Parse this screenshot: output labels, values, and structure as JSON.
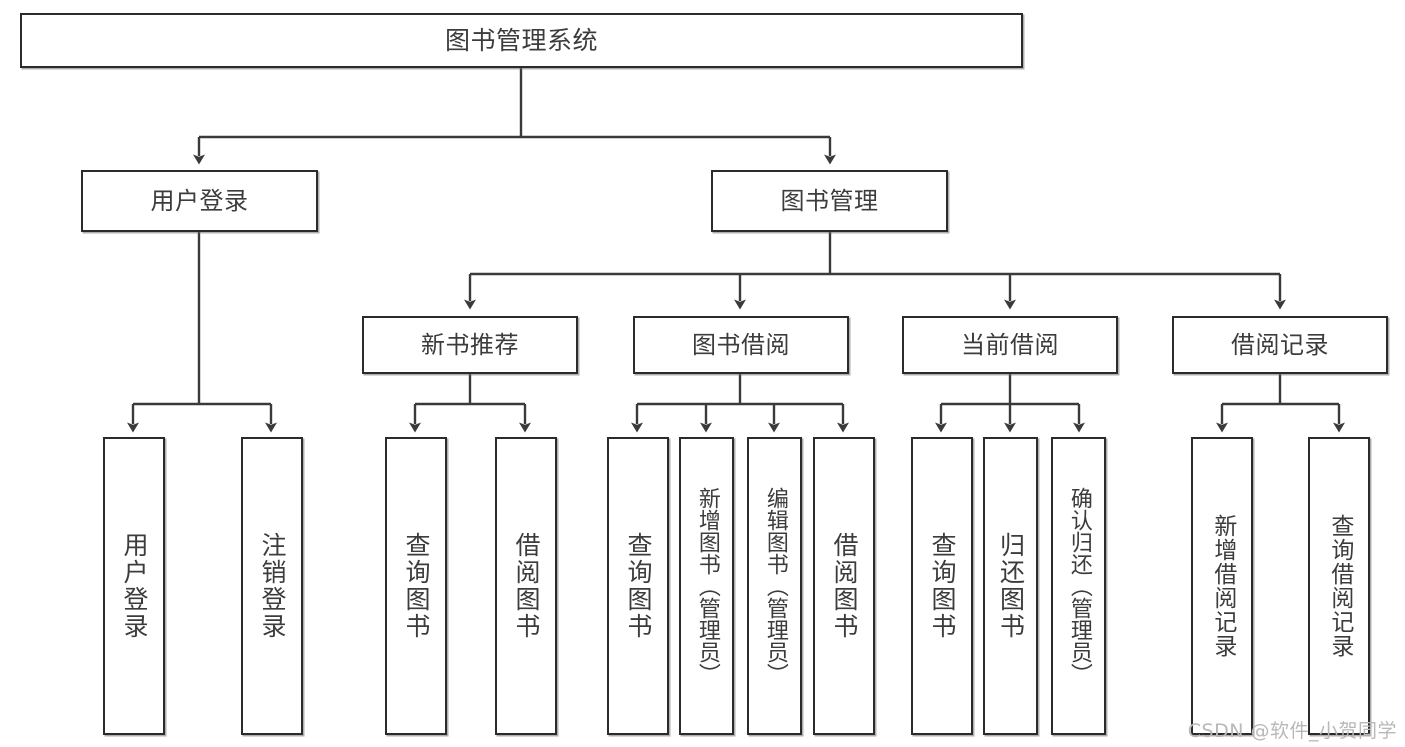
{
  "diagram": {
    "title": "图书管理系统",
    "type": "tree-hierarchy",
    "watermark": "CSDN @软件_小贺同学",
    "colors": {
      "box_border": "#2b2b2b",
      "box_fill": "#ffffff",
      "edge": "#3a3a3a",
      "text": "#3c3c3c",
      "watermark": "#b8b8b8"
    }
  },
  "nodes": {
    "root": {
      "label": "图书管理系统"
    },
    "level2": [
      {
        "label": "用户登录"
      },
      {
        "label": "图书管理"
      }
    ],
    "level3": [
      {
        "label": "新书推荐"
      },
      {
        "label": "图书借阅"
      },
      {
        "label": "当前借阅"
      },
      {
        "label": "借阅记录"
      }
    ],
    "leaves": {
      "user_login": [
        {
          "label": "用户登录"
        },
        {
          "label": "注销登录"
        }
      ],
      "new_book_recommend": [
        {
          "label": "查询图书"
        },
        {
          "label": "借阅图书"
        }
      ],
      "book_borrow": [
        {
          "label": "查询图书"
        },
        {
          "label": "新增图书（管理员）"
        },
        {
          "label": "编辑图书（管理员）"
        },
        {
          "label": "借阅图书"
        }
      ],
      "current_borrow": [
        {
          "label": "查询图书"
        },
        {
          "label": "归还图书"
        },
        {
          "label": "确认归还（管理员）"
        }
      ],
      "borrow_records": [
        {
          "label": "新增借阅记录"
        },
        {
          "label": "查询借阅记录"
        }
      ]
    }
  }
}
